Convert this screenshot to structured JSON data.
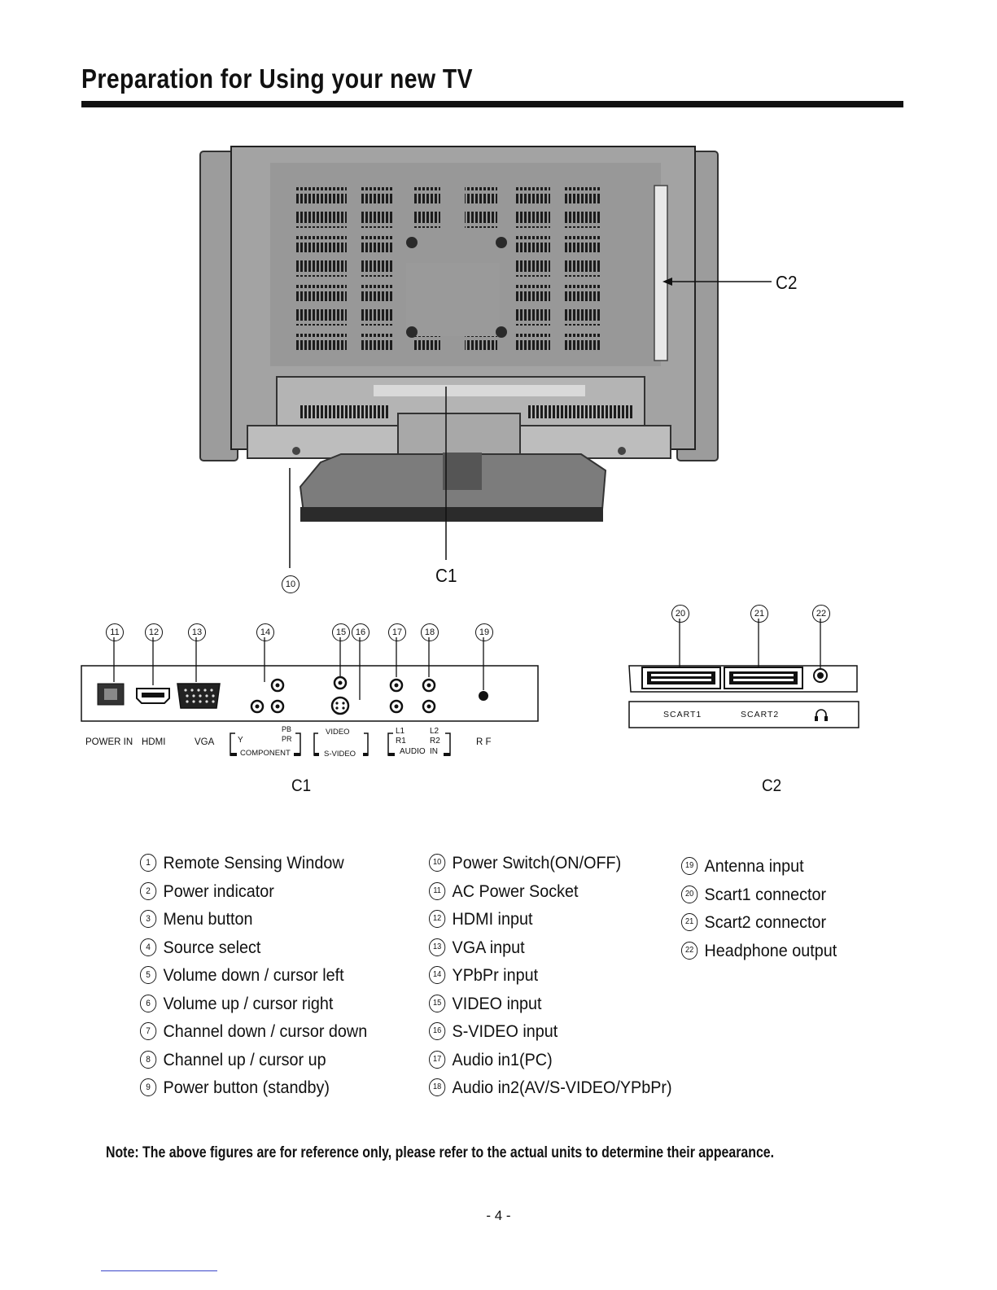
{
  "page": {
    "title": "Preparation for Using your new TV",
    "page_number": "- 4 -"
  },
  "photo_callouts": {
    "c2": "C2",
    "c1": "C1",
    "ten": "10"
  },
  "panel_c1": {
    "caption": "C1",
    "markers": [
      "11",
      "12",
      "13",
      "14",
      "15",
      "16",
      "17",
      "18",
      "19"
    ],
    "labels": {
      "power_in": "POWER IN",
      "hdmi": "HDMI",
      "vga": "VGA",
      "y": "Y",
      "pb": "PB",
      "pr": "PR",
      "component": "COMPONENT",
      "video": "VIDEO",
      "s_video": "S-VIDEO",
      "l1": "L1",
      "r1": "R1",
      "l2": "L2",
      "r2": "R2",
      "audio": "AUDIO",
      "in": "IN",
      "rf": "R F"
    }
  },
  "panel_c2": {
    "caption": "C2",
    "markers": [
      "20",
      "21",
      "22"
    ],
    "labels": {
      "scart1": "SCART1",
      "scart2": "SCART2"
    }
  },
  "legend": {
    "col1": [
      {
        "n": "1",
        "text": "Remote Sensing Window"
      },
      {
        "n": "2",
        "text": "Power indicator"
      },
      {
        "n": "3",
        "text": "Menu  button"
      },
      {
        "n": "4",
        "text": "Source select"
      },
      {
        "n": "5",
        "text": "Volume down / cursor left"
      },
      {
        "n": "6",
        "text": "Volume up / cursor right"
      },
      {
        "n": "7",
        "text": "Channel down / cursor down"
      },
      {
        "n": "8",
        "text": "Channel up / cursor up"
      },
      {
        "n": "9",
        "text": "Power  button (standby)"
      }
    ],
    "col2": [
      {
        "n": "10",
        "text": "Power  Switch(ON/OFF)"
      },
      {
        "n": "11",
        "text": "AC Power Socket"
      },
      {
        "n": "12",
        "text": "HDMI input"
      },
      {
        "n": "13",
        "text": "VGA input"
      },
      {
        "n": "14",
        "text": "YPbPr input"
      },
      {
        "n": "15",
        "text": "VIDEO input"
      },
      {
        "n": "16",
        "text": "S-VIDEO input"
      },
      {
        "n": "17",
        "text": "Audio in1(PC)"
      },
      {
        "n": "18",
        "text": "Audio in2(AV/S-VIDEO/YPbPr)"
      }
    ],
    "col3": [
      {
        "n": "19",
        "text": "Antenna input"
      },
      {
        "n": "20",
        "text": "Scart1  connector"
      },
      {
        "n": "21",
        "text": "Scart2  connector"
      },
      {
        "n": "22",
        "text": "Headphone output"
      }
    ]
  },
  "note": "Note: The above figures are for reference only, please refer to the actual units to determine their appearance."
}
